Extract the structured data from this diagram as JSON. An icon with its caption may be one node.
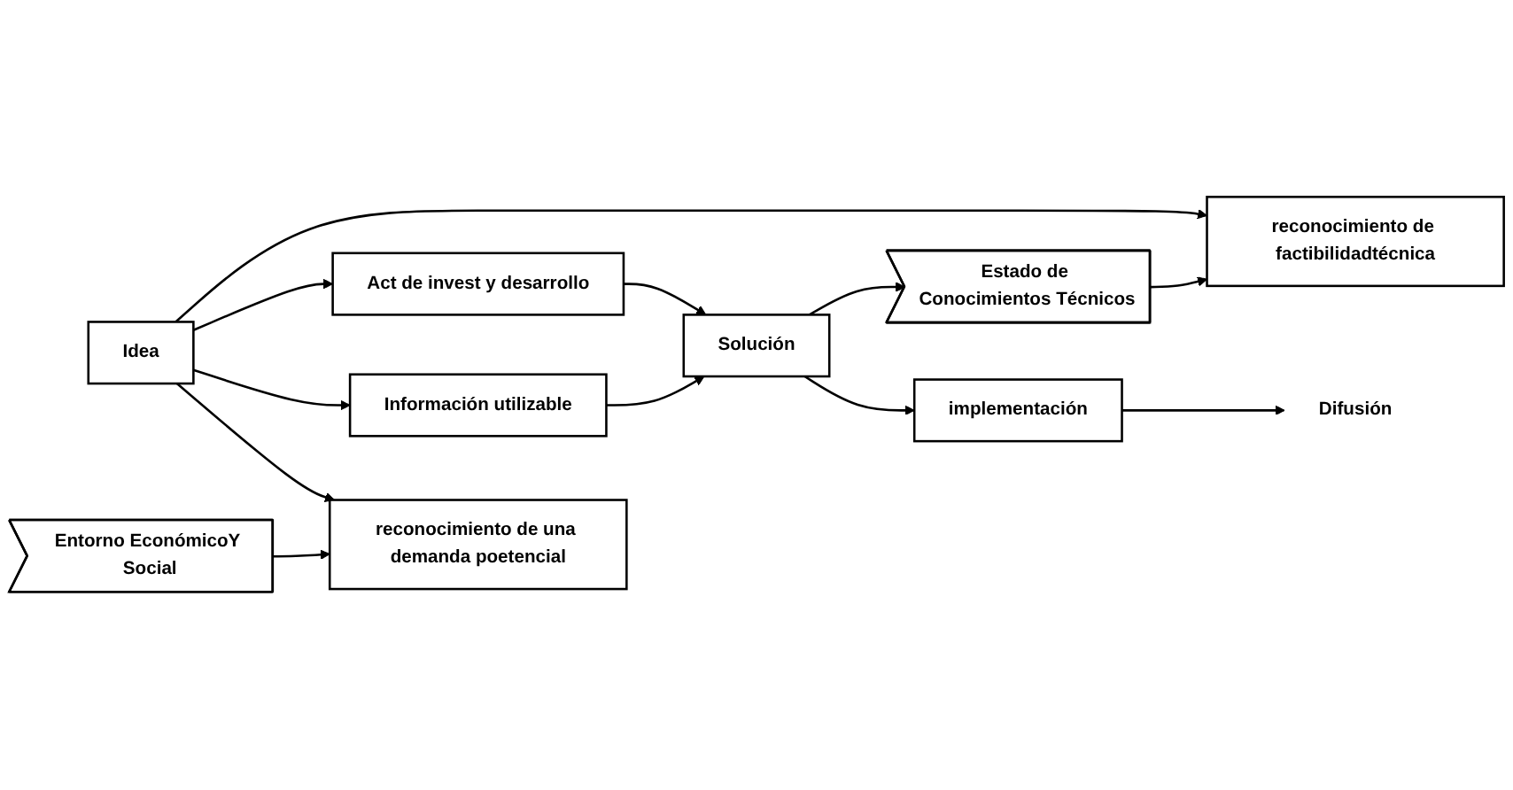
{
  "diagram": {
    "nodes": [
      {
        "text": [
          "Estado de Conocimientos Técnicos"
        ]
      },
      {
        "text": [
          "reconocimiento de factibilidadtécnica"
        ]
      },
      {
        "text": [
          "Idea"
        ]
      },
      {
        "text": [
          "Act de invest y desarrollo"
        ]
      },
      {
        "text": [
          "Solución"
        ]
      },
      {
        "text": [
          "reconocimiento de una demanda poetencial"
        ]
      },
      {
        "text": [
          "Información utilizable"
        ]
      },
      {
        "text": [
          "implementación"
        ]
      },
      {
        "text": [
          "Entorno EconómicoY Social"
        ]
      },
      {
        "text": [
          "Difusión"
        ]
      }
    ],
    "edges": [
      {
        "from": 0,
        "to": 1,
        "arrow": "to"
      },
      {
        "from": 2,
        "to": 1,
        "arrow": "to"
      },
      {
        "from": 2,
        "to": 3,
        "arrow": "to"
      },
      {
        "from": 3,
        "to": 4,
        "arrow": "to"
      },
      {
        "from": 2,
        "to": 6,
        "arrow": "to"
      },
      {
        "from": 6,
        "to": 4,
        "arrow": "to"
      },
      {
        "from": 2,
        "to": 5,
        "arrow": "to"
      },
      {
        "from": 8,
        "to": 5,
        "arrow": "to"
      },
      {
        "from": 4,
        "to": 0,
        "arrow": "to"
      },
      {
        "from": 4,
        "to": 7,
        "arrow": "to"
      },
      {
        "from": 7,
        "to": 9,
        "arrow": "to"
      }
    ]
  }
}
